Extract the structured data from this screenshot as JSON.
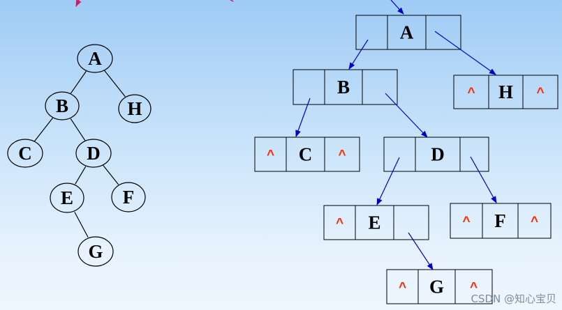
{
  "colors": {
    "tree_edge": "#000000",
    "pointer_arrow": "#0000cc",
    "null_mark": "#ff2a00",
    "magenta_arrow": "#e0106a"
  },
  "tree": {
    "nodes": [
      "A",
      "B",
      "H",
      "C",
      "D",
      "E",
      "F",
      "G"
    ],
    "edges": [
      [
        "A",
        "B"
      ],
      [
        "A",
        "H"
      ],
      [
        "B",
        "C"
      ],
      [
        "B",
        "D"
      ],
      [
        "D",
        "E"
      ],
      [
        "D",
        "F"
      ],
      [
        "E",
        "G"
      ]
    ]
  },
  "linked_list": {
    "null_symbol": "^",
    "nodes": [
      {
        "label": "A",
        "left": "",
        "right": ""
      },
      {
        "label": "B",
        "left": "",
        "right": ""
      },
      {
        "label": "H",
        "left": "^",
        "right": "^"
      },
      {
        "label": "C",
        "left": "^",
        "right": "^"
      },
      {
        "label": "D",
        "left": "",
        "right": ""
      },
      {
        "label": "E",
        "left": "^",
        "right": ""
      },
      {
        "label": "F",
        "left": "^",
        "right": "^"
      },
      {
        "label": "G",
        "left": "^",
        "right": "^"
      }
    ]
  },
  "watermark": "CSDN @知心宝贝"
}
